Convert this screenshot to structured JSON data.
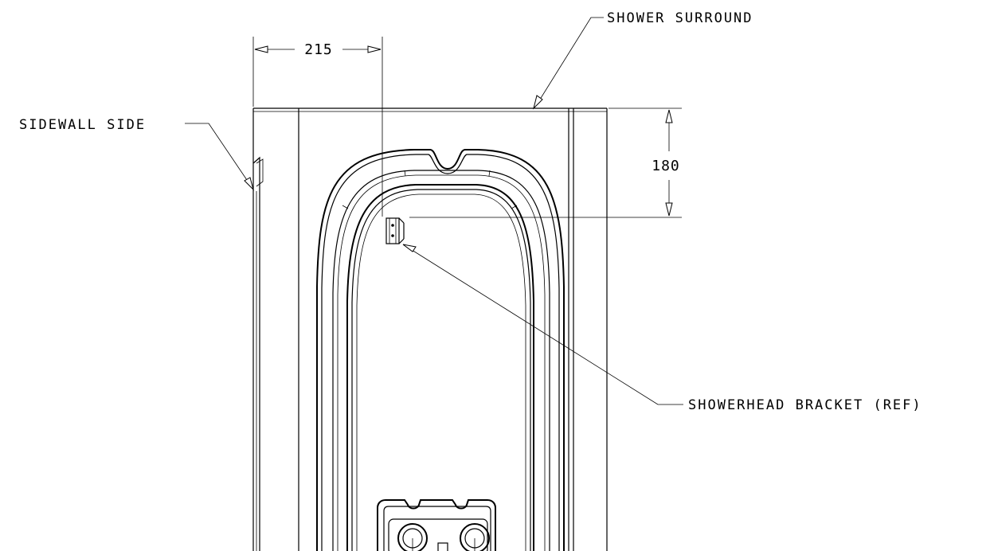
{
  "labels": {
    "shower_surround": "SHOWER SURROUND",
    "sidewall_side": "SIDEWALL SIDE",
    "showerhead_bracket": "SHOWERHEAD BRACKET (REF)"
  },
  "dimensions": {
    "horizontal": "215",
    "vertical": "180"
  }
}
